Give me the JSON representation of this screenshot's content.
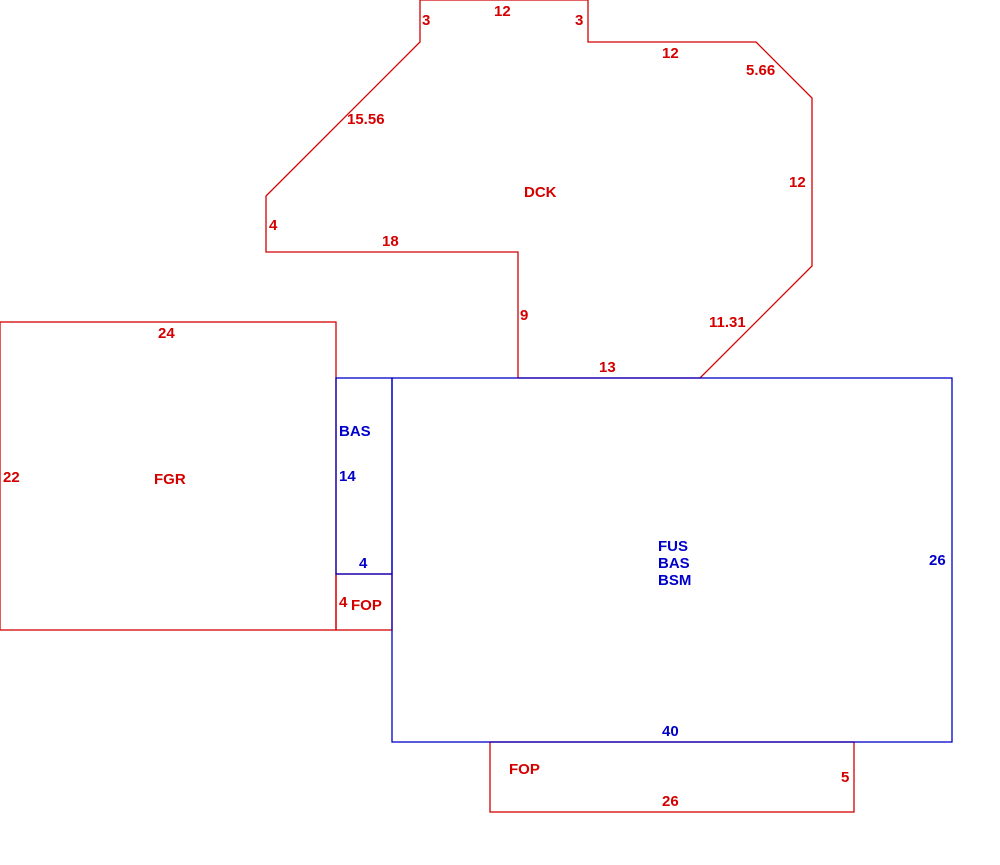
{
  "colors": {
    "red": "#d40000",
    "blue": "#0000c8"
  },
  "areas": {
    "dck": "DCK",
    "fgr": "FGR",
    "bas_strip": "BAS",
    "fop_small": "FOP",
    "main": [
      "FUS",
      "BAS",
      "BSM"
    ],
    "fop_bottom": "FOP"
  },
  "dims": {
    "dck": [
      "3",
      "12",
      "3",
      "12",
      "5.66",
      "15.56",
      "12",
      "4",
      "18",
      "9",
      "11.31",
      "13"
    ],
    "fgr": [
      "24",
      "22"
    ],
    "bas_strip": [
      "14",
      "4"
    ],
    "fop_small": [
      "4"
    ],
    "main": [
      "26",
      "40"
    ],
    "fop_bottom": [
      "5",
      "26"
    ]
  }
}
